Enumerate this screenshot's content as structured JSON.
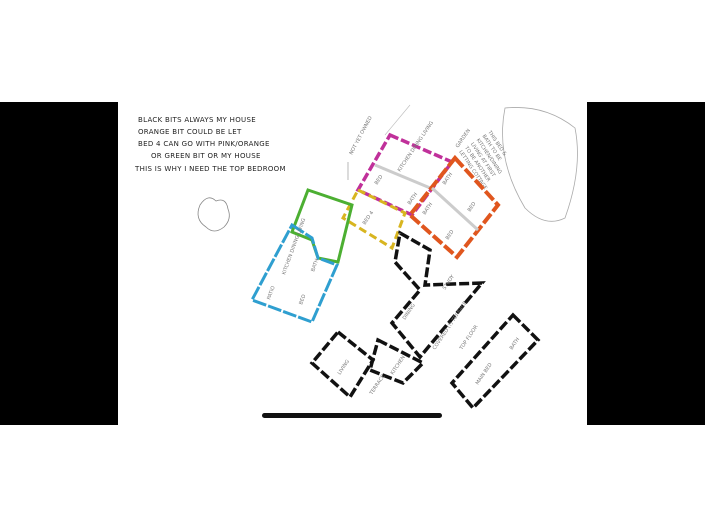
{
  "notes": [
    "BLACK BITS ALWAYS MY HOUSE",
    "ORANGE BIT COULD BE LET",
    "BED 4 CAN GO WITH PINK/ORANGE",
    "OR GREEN BIT OR MY HOUSE",
    "THIS IS WHY I NEED THE TOP BEDROOM"
  ],
  "callout": [
    "THIS BED &",
    "BATH TO BE",
    "KITCHEN/DINING",
    "LIVING AT FIRST",
    "TO BE ANOTHER",
    "LETTING COTTAGE"
  ],
  "labels": {
    "not_yet_owned": "NOT YET OWNED",
    "garden": "GARDEN",
    "pink_bed": "BED",
    "pink_kdl": "KITCHEN DINING LIVING",
    "pink_bath": "BATH",
    "orange_bath1": "BATH",
    "orange_bath2": "BATH",
    "orange_bed_a": "BED",
    "orange_bed_b": "BED",
    "bed4": "BED 4",
    "blue_kdl": "KITCHEN DINING LIVING",
    "blue_bath": "BATH",
    "patio": "PATIO",
    "blue_bed": "BED",
    "study": "STUDY",
    "dining": "DINING",
    "covered_terrace": "COVERED (?) TERRACE",
    "top_floor": "TOP FLOOR",
    "main_bed": "MAIN BED",
    "top_bath": "BATH",
    "living": "LIVING",
    "terrace": "TERRACE",
    "kitchen": "KITCHEN"
  },
  "colors": {
    "black_section": "#111111",
    "orange_section": "#e0561e",
    "pink_section": "#c0309a",
    "yellow_section": "#d8b520",
    "green_section": "#4caf32",
    "blue_section": "#2f9fd0"
  }
}
